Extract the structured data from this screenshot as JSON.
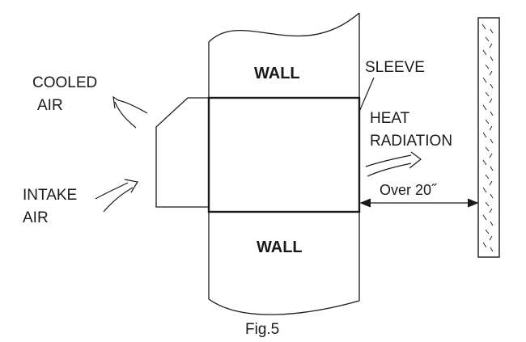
{
  "figure": {
    "caption": "Fig.5",
    "labels": {
      "wall_top": "WALL",
      "wall_bottom": "WALL",
      "sleeve": "SLEEVE",
      "cooled_air_line1": "COOLED",
      "cooled_air_line2": "AIR",
      "heat_line1": "HEAT",
      "heat_line2": "RADIATION",
      "intake_line1": "INTAKE",
      "intake_line2": "AIR",
      "clearance": "Over 20˝"
    }
  }
}
